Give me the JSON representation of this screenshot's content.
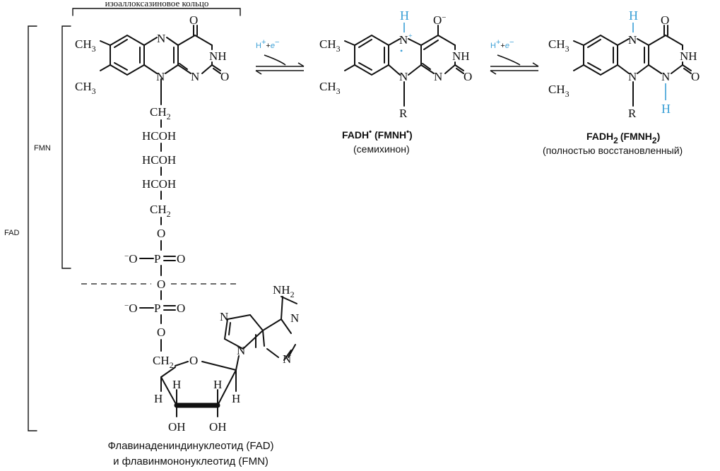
{
  "ring_label": "изоаллоксазиновое кольцо",
  "bracket_labels": {
    "fmn": "FMN",
    "fad": "FAD"
  },
  "reagent": {
    "proton": "H",
    "proton_charge": "+",
    "plus": "+",
    "electron": "e",
    "electron_charge": "−"
  },
  "atoms": {
    "methyl": "CH",
    "methyl_sub": "3",
    "oxygen": "O",
    "nh": "NH",
    "n": "N",
    "h": "H",
    "r": "R",
    "o_minus": "O",
    "minus": "−",
    "radical_dot": "•",
    "plus": "+",
    "ch2": "CH",
    "ch2_sub": "2",
    "hcoh": "HCOH",
    "p": "P",
    "o_eq": "O",
    "oh": "OH",
    "nh2": "NH",
    "nh2_sub": "2"
  },
  "captions": {
    "semiquinone_name_1": "FADH",
    "semiquinone_name_2": "(FMNH",
    "semiquinone_name_3": ")",
    "semiquinone_desc": "(семихинон)",
    "reduced_name_1": "FADH",
    "reduced_sub_1": "2",
    "reduced_name_2": "(FMNH",
    "reduced_sub_2": "2",
    "reduced_name_3": ")",
    "reduced_desc": "(полностью восстановленный)",
    "fad_name_line1": "Флавинадениндинуклеотид (FAD)",
    "fad_name_line2": "и флавинмононуклеотид (FMN)"
  },
  "colors": {
    "hydrogen_highlight": "#3a9fd6",
    "ink": "#111111"
  }
}
